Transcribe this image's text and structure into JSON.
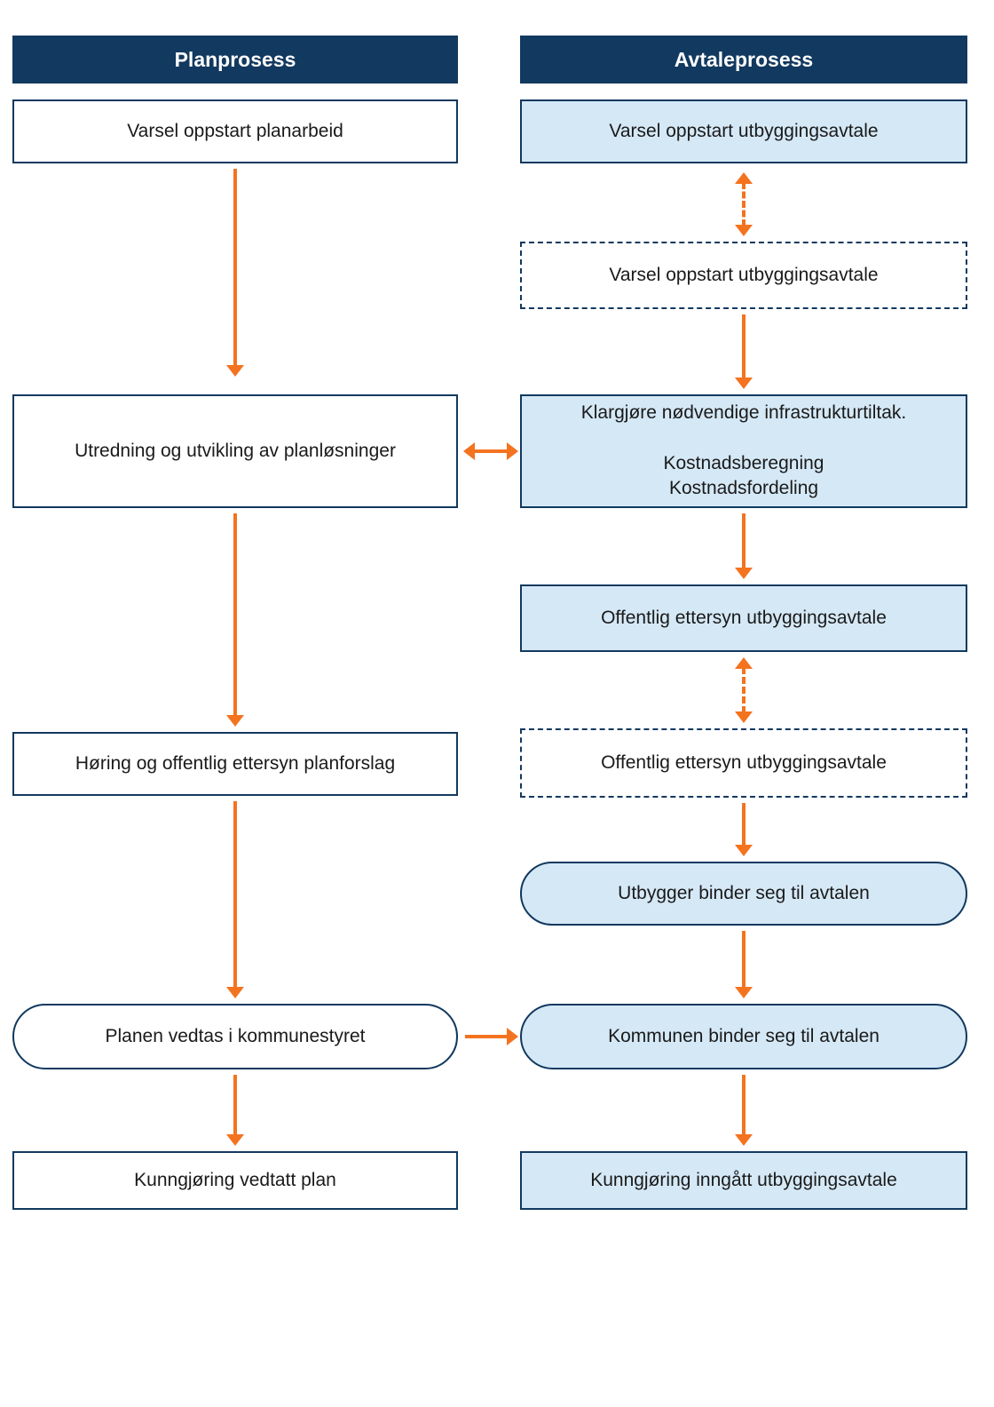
{
  "plan": {
    "header": "Planprosess",
    "varsel": "Varsel oppstart planarbeid",
    "utredning": "Utredning og utvikling av planløsninger",
    "horing": "Høring og offentlig ettersyn planforslag",
    "vedtak": "Planen vedtas i kommunestyret",
    "kunngjoring": "Kunngjøring vedtatt plan"
  },
  "avtale": {
    "header": "Avtaleprosess",
    "varsel_1": "Varsel oppstart utbyggingsavtale",
    "varsel_2": "Varsel oppstart utbyggingsavtale",
    "klargjore_1": "Klargjøre nødvendige infrastrukturtiltak.",
    "klargjore_2": "Kostnadsberegning",
    "klargjore_3": "Kostnadsfordeling",
    "ettersyn_1": "Offentlig ettersyn utbyggingsavtale",
    "ettersyn_2": "Offentlig ettersyn utbyggingsavtale",
    "utbygger": "Utbygger binder seg til avtalen",
    "kommunen": "Kommunen binder seg til avtalen",
    "kunngjoring": "Kunngjøring inngått utbyggingsavtale"
  },
  "colors": {
    "navy": "#12395f",
    "light_blue": "#d5e8f6",
    "orange": "#f4731f"
  }
}
